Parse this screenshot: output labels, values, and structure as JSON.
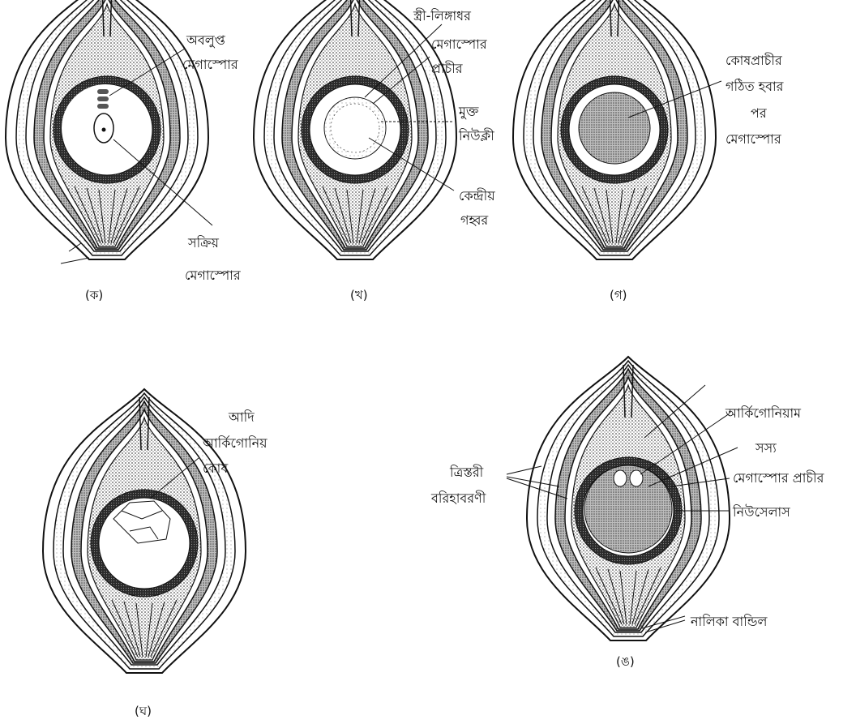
{
  "figures": [
    {
      "caption": "(ক)",
      "labels": [
        "অবলুপ্ত",
        "মেগাস্পোর",
        "সক্রিয়",
        "মেগাস্পোর"
      ]
    },
    {
      "caption": "(খ)",
      "labels": [
        "স্ত্রী-লিঙ্গাধর",
        "মেগাস্পোর",
        "প্রাচীর",
        "মুক্ত",
        "নিউক্লী",
        "কেন্দ্রীয়",
        "গহ্বর"
      ]
    },
    {
      "caption": "(গ)",
      "labels": [
        "কোষপ্রাচীর",
        "গঠিত হবার",
        "পর",
        "মেগাস্পোর"
      ]
    },
    {
      "caption": "(ঘ)",
      "labels": [
        "আদি",
        "আর্কিগোনিয়",
        "কোষ"
      ]
    },
    {
      "caption": "(ঙ)",
      "labels": [
        "আর্কিগোনিয়াম",
        "সস্য",
        "মেগাস্পোর প্রাচীর",
        "নিউসেলাস",
        "ত্রিস্তরী",
        "বরিহাবরণী",
        "নালিকা বান্ডিল"
      ]
    }
  ],
  "colors": {
    "ink": "#111111",
    "stipple": "#9a9a9a",
    "dark_band": "#3a3a3a",
    "background": "#ffffff"
  }
}
